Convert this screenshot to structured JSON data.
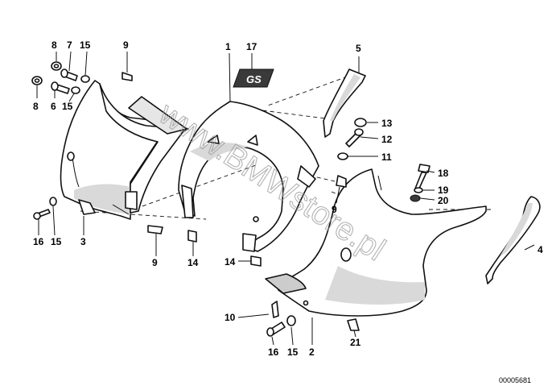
{
  "diagram": {
    "watermark": "www.BMWstore.pl",
    "drawing_number": "00005681",
    "emblem_text": "GS",
    "callouts": [
      {
        "id": "c1",
        "label": "1"
      },
      {
        "id": "c17",
        "label": "17"
      },
      {
        "id": "c5",
        "label": "5"
      },
      {
        "id": "c8a",
        "label": "8"
      },
      {
        "id": "c7",
        "label": "7"
      },
      {
        "id": "c15a",
        "label": "15"
      },
      {
        "id": "c9a",
        "label": "9"
      },
      {
        "id": "c8b",
        "label": "8"
      },
      {
        "id": "c6",
        "label": "6"
      },
      {
        "id": "c15b",
        "label": "15"
      },
      {
        "id": "c13",
        "label": "13"
      },
      {
        "id": "c12",
        "label": "12"
      },
      {
        "id": "c11",
        "label": "11"
      },
      {
        "id": "c18",
        "label": "18"
      },
      {
        "id": "c19",
        "label": "19"
      },
      {
        "id": "c20",
        "label": "20"
      },
      {
        "id": "c9b",
        "label": "9"
      },
      {
        "id": "c16a",
        "label": "16"
      },
      {
        "id": "c15c",
        "label": "15"
      },
      {
        "id": "c3",
        "label": "3"
      },
      {
        "id": "c9c",
        "label": "9"
      },
      {
        "id": "c14a",
        "label": "14"
      },
      {
        "id": "c14b",
        "label": "14"
      },
      {
        "id": "c4",
        "label": "4"
      },
      {
        "id": "c10",
        "label": "10"
      },
      {
        "id": "c16b",
        "label": "16"
      },
      {
        "id": "c15d",
        "label": "15"
      },
      {
        "id": "c2",
        "label": "2"
      },
      {
        "id": "c21",
        "label": "21"
      }
    ]
  }
}
